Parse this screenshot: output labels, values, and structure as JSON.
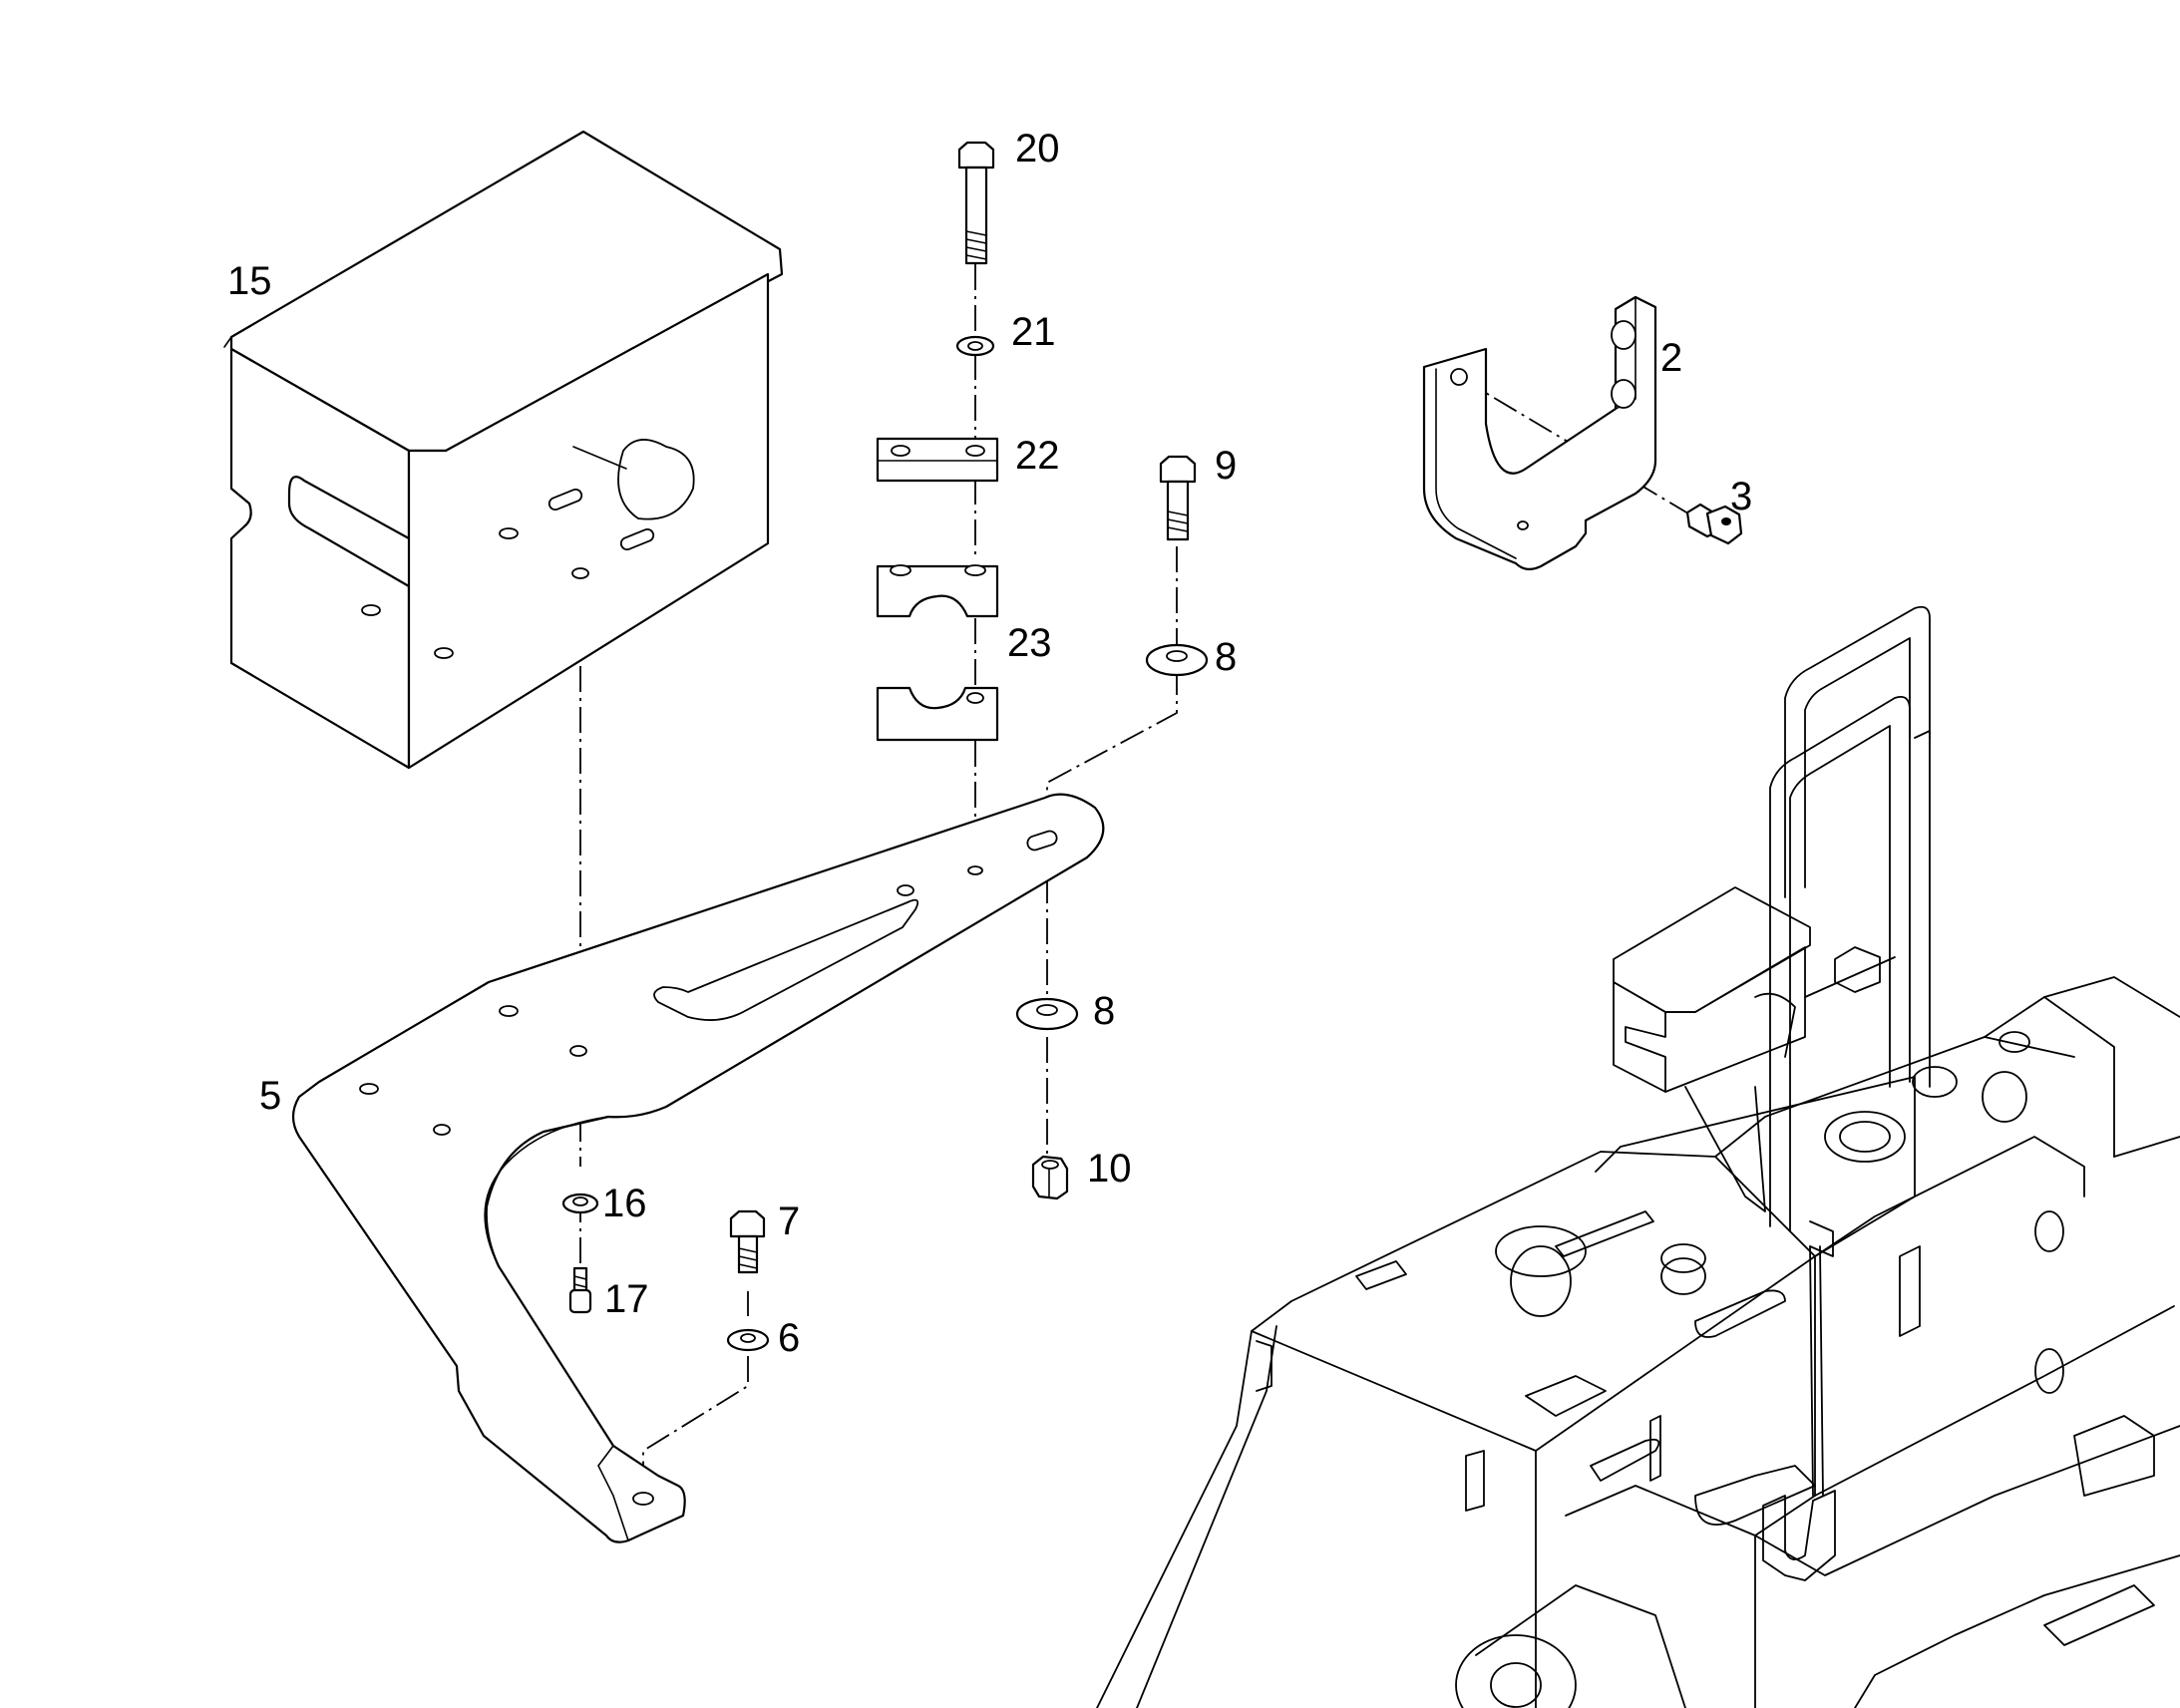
{
  "callouts": [
    {
      "id": "15",
      "text": "15"
    },
    {
      "id": "20",
      "text": "20"
    },
    {
      "id": "21",
      "text": "21"
    },
    {
      "id": "22",
      "text": "22"
    },
    {
      "id": "23",
      "text": "23"
    },
    {
      "id": "9",
      "text": "9"
    },
    {
      "id": "8a",
      "text": "8"
    },
    {
      "id": "8b",
      "text": "8"
    },
    {
      "id": "10",
      "text": "10"
    },
    {
      "id": "2",
      "text": "2"
    },
    {
      "id": "3",
      "text": "3"
    },
    {
      "id": "5",
      "text": "5"
    },
    {
      "id": "16",
      "text": "16"
    },
    {
      "id": "17",
      "text": "17"
    },
    {
      "id": "7",
      "text": "7"
    },
    {
      "id": "6",
      "text": "6"
    }
  ]
}
